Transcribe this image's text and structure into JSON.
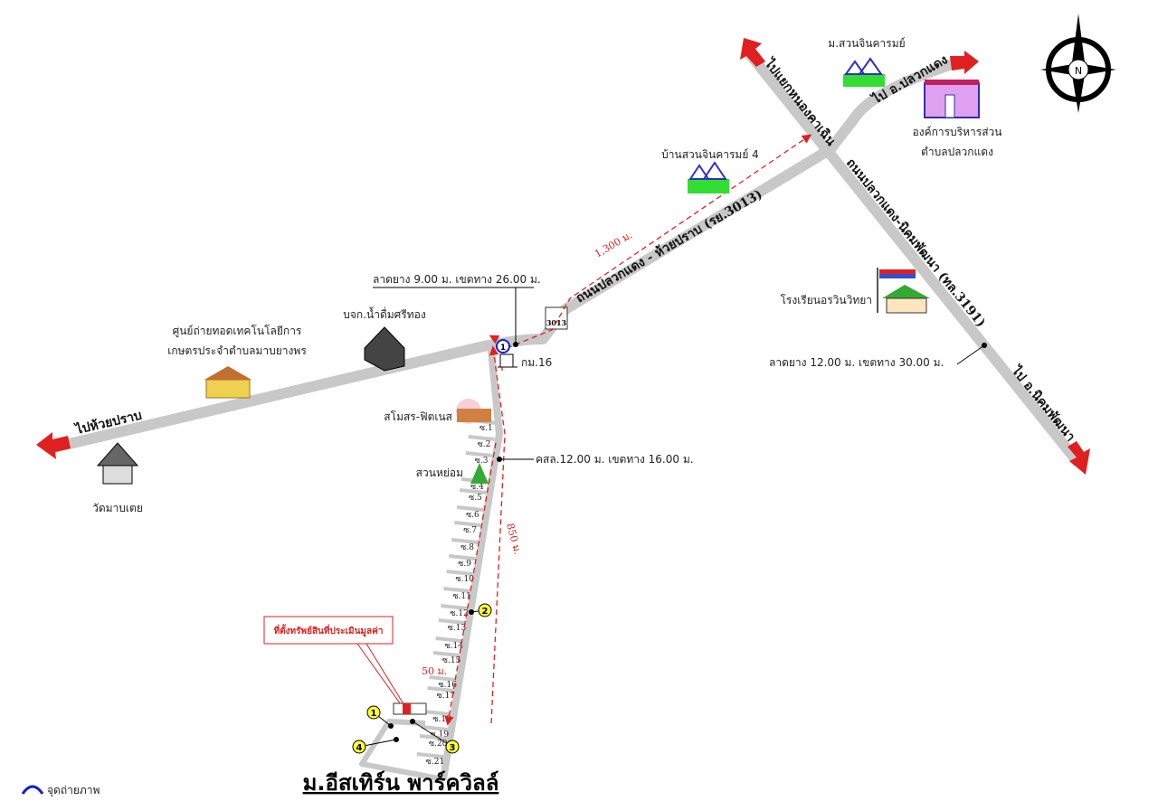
{
  "title": "ม.อีสเทิร์น พาร์ควิลล์",
  "compass_label": "N",
  "roads": {
    "road_3013": "ถนนปลวกแดง - ห้วยปราบ (รย.3013)",
    "road_3191": "ถนนปลวกแดง-นิคมพัฒนา (ทล.3191)",
    "to_huai_prap": "ไปห้วยปราบ",
    "to_nong_khla": "ไปแยกหนองคาเฉิน",
    "to_pluak_daeng": "ไป อ.ปลวกแดง",
    "to_nikhom": "ไป อ.นิคมพัฒนา",
    "route_sign": "3013"
  },
  "places": {
    "suan_chin_kharom": "ม.สวนจินคารมย์",
    "ban_suan_chin_4": "บ้านสวนจินคารมย์ 4",
    "tao_line1": "องค์การบริหารส่วน",
    "tao_line2": "ตำบลปลวกแดง",
    "school": "โรงเรียนอรวินวิทยา",
    "water_co": "บจก.น้ำดื่มศรีทอง",
    "agri_line1": "ศูนย์ถ่ายทอดเทคโนโลยีการ",
    "agri_line2": "เกษตรประจำตำบลมาบยางพร",
    "temple": "วัดมาบเตย",
    "fitness": "สโมสร-ฟิตเนส",
    "park": "สวนหย่อม",
    "km_marker": "กม.16"
  },
  "annotations": {
    "road_spec_3013": "ลาดยาง 9.00 ม. เขตทาง 26.00 ม.",
    "road_spec_3191": "ลาดยาง 12.00 ม. เขตทาง 30.00 ม.",
    "soi_spec": "คสล.12.00 ม. เขตทาง 16.00 ม.",
    "dist_1300": "1,300 ม.",
    "dist_850": "850 ม.",
    "dist_50": "50 ม.",
    "property_callout": "ที่ตั้งทรัพย์สินที่ประเมินมูลค่า"
  },
  "photo_points": [
    "1",
    "2",
    "3",
    "4"
  ],
  "sois": [
    "ซ.1",
    "ซ.2",
    "ซ.3",
    "ซ.4",
    "ซ.5",
    "ซ.6",
    "ซ.7",
    "ซ.8",
    "ซ.9",
    "ซ.10",
    "ซ.11",
    "ซ.12",
    "ซ.13",
    "ซ.14",
    "ซ.15",
    "ซ.16",
    "ซ.17",
    "ซ.18",
    "ซ.19",
    "ซ.20",
    "ซ.21"
  ],
  "legend": {
    "photo_point": "จุดถ่ายภาพ"
  },
  "colors": {
    "road": "#c8c8c8",
    "arrow": "#e02020",
    "marker": "#ffff33",
    "distance": "#e02020"
  }
}
